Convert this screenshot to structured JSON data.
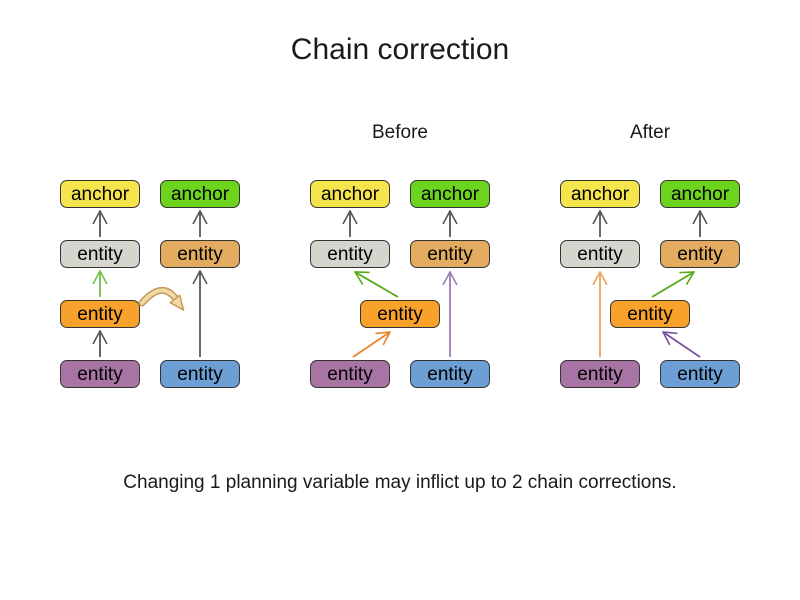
{
  "title": "Chain correction",
  "caption": "Changing 1 planning variable may inflict up to 2 chain corrections.",
  "labels": {
    "anchor": "anchor",
    "entity": "entity"
  },
  "groups": {
    "initial": "",
    "before": "Before",
    "after": "After"
  },
  "icons": {
    "move-arrow": "curved-move-arrow"
  },
  "colors": {
    "background": "#FFFFFF",
    "text": "#1A1A1A",
    "box-border": "#333333",
    "box-yellow": "#F5E44C",
    "box-green": "#6DD41E",
    "box-gray": "#D5D5CE",
    "box-tan": "#E2AB60",
    "box-orange": "#F9A22B",
    "box-purple": "#A874A4",
    "box-blue": "#6D9ED4",
    "arrow-dark": "#555555",
    "arrow-green-light": "#6FC248",
    "arrow-green": "#55A818",
    "arrow-orange": "#E8822B",
    "arrow-orange-light": "#EFA05C",
    "arrow-purple-light": "#9C7CB3",
    "arrow-purple": "#7B529B",
    "curved-stroke": "#C79B55",
    "curved-fill": "#F2D9A8"
  }
}
